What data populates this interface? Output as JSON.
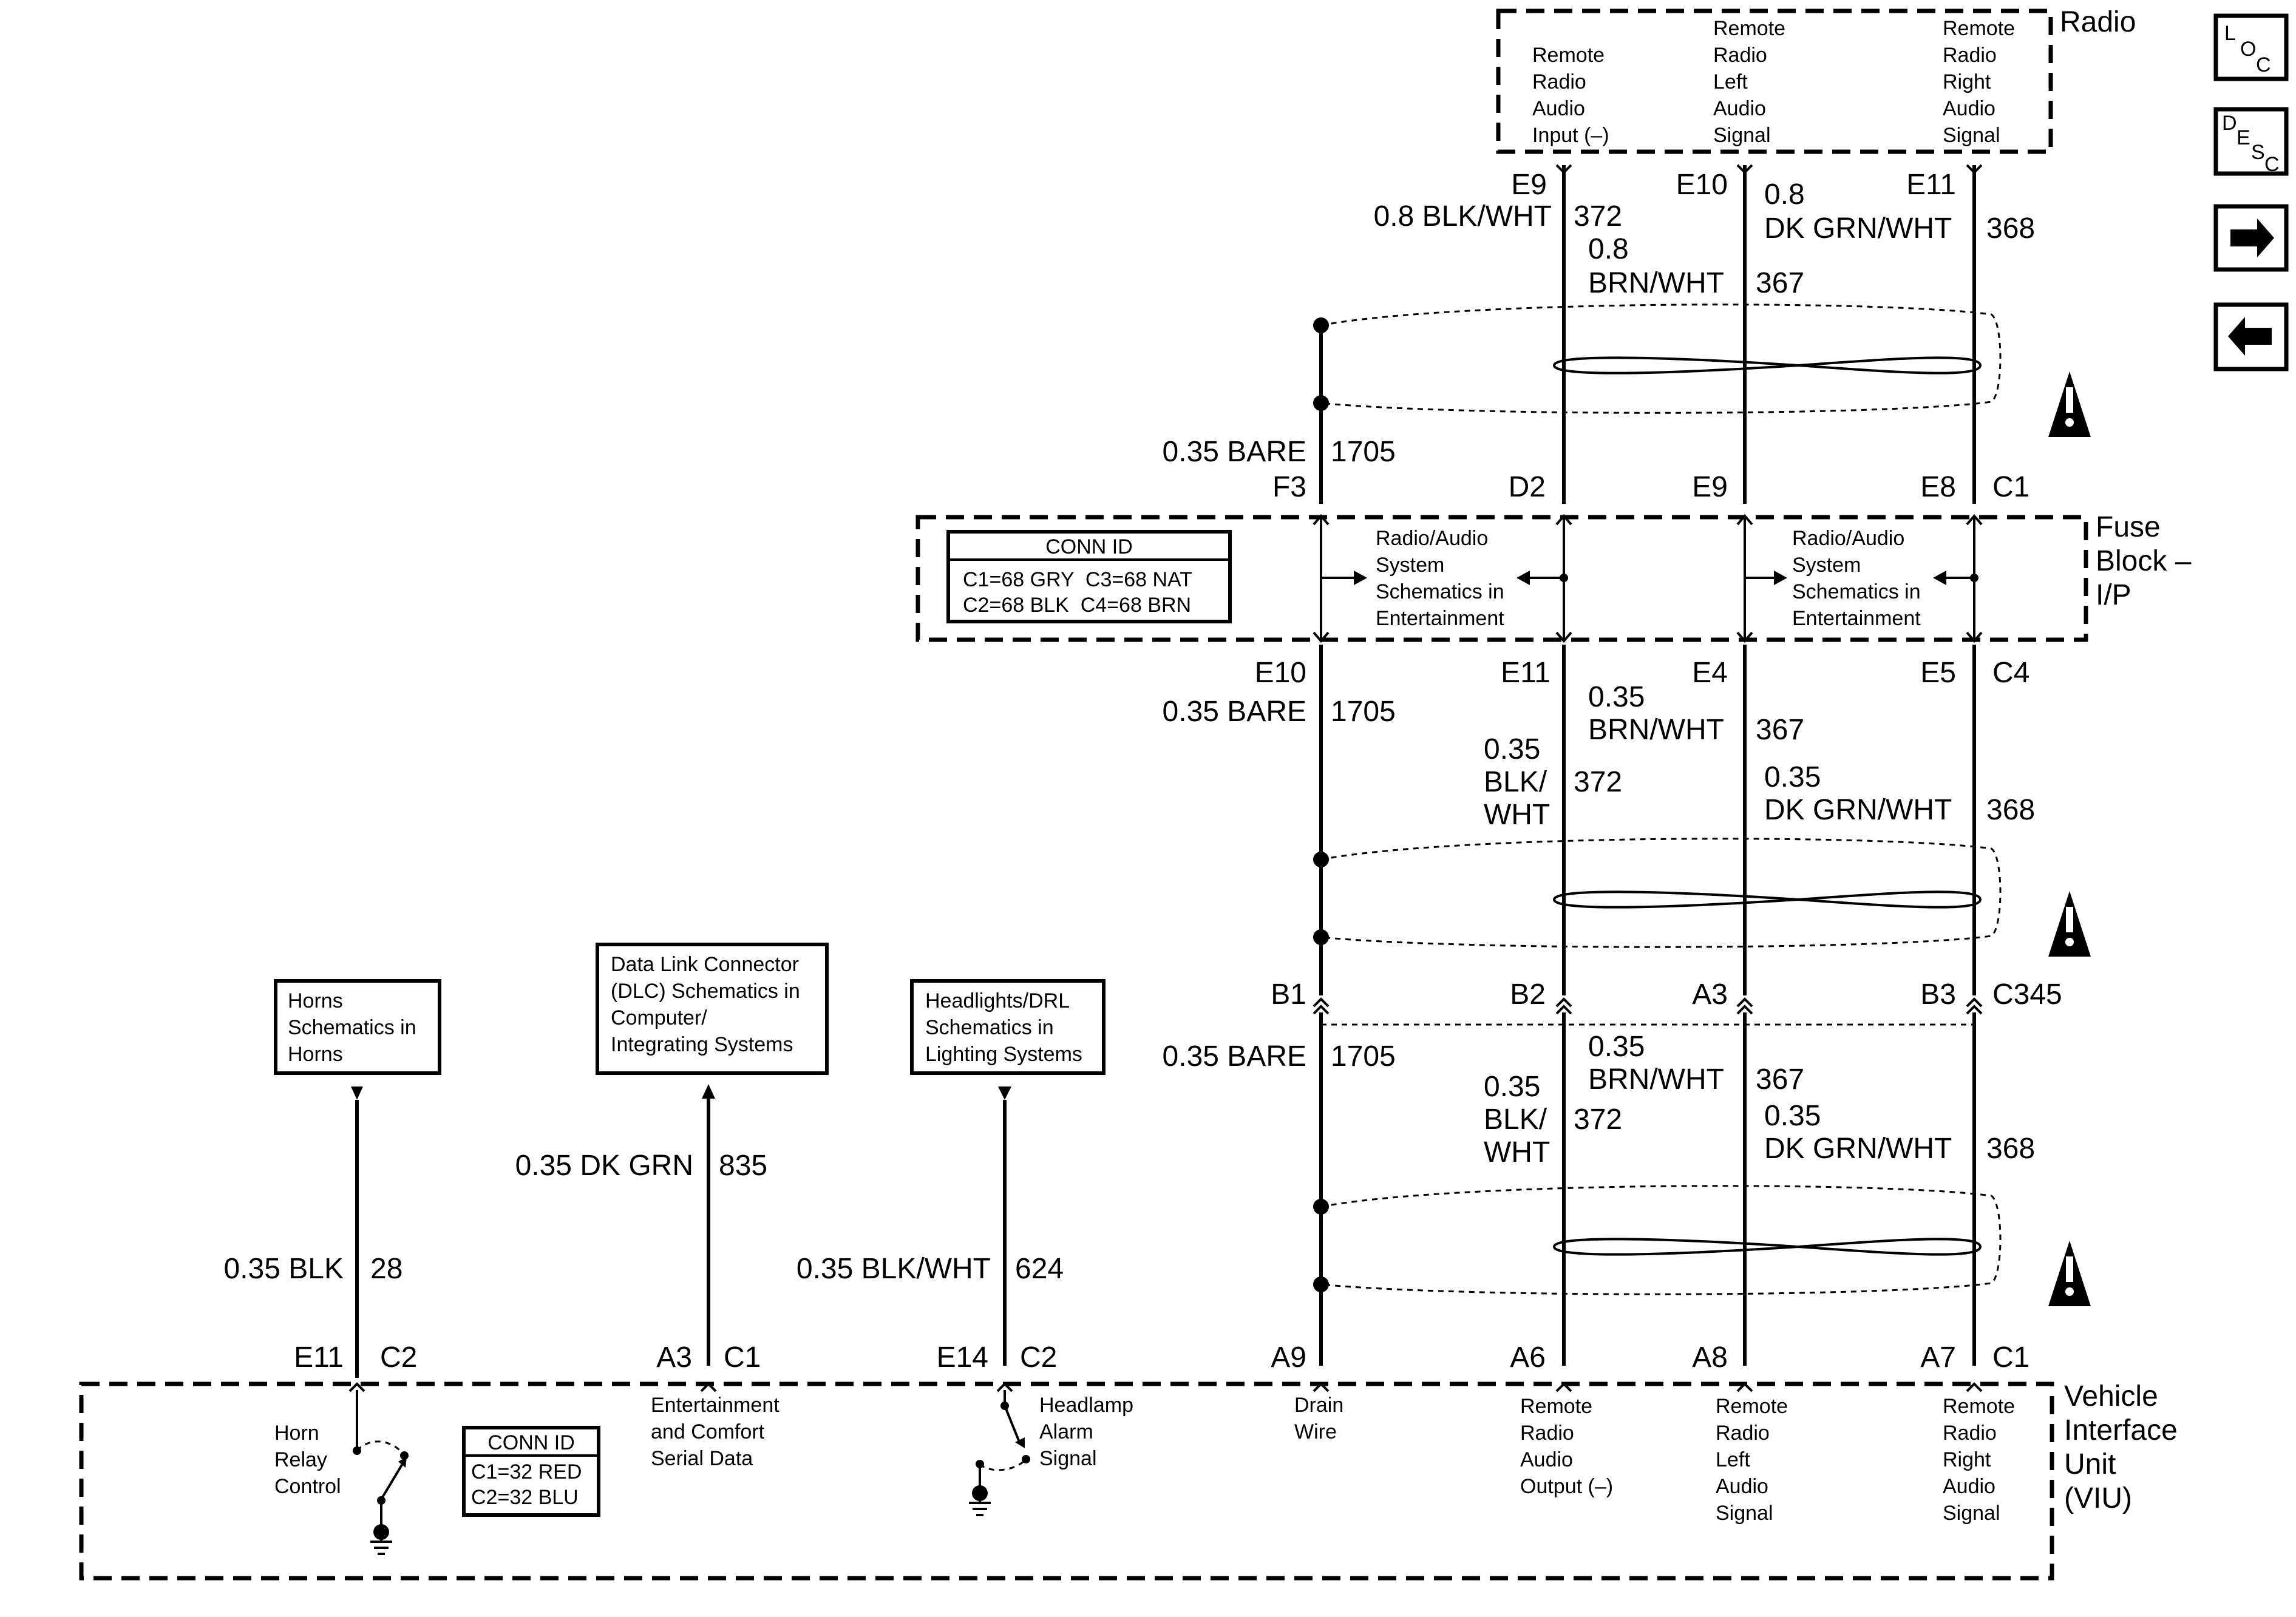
{
  "components": {
    "radio": {
      "name": "Radio",
      "pins": [
        {
          "lines": [
            "Remote",
            "Radio",
            "Audio",
            "Input (–)"
          ]
        },
        {
          "lines": [
            "Remote",
            "Radio",
            "Left",
            "Audio",
            "Signal"
          ]
        },
        {
          "lines": [
            "Remote",
            "Radio",
            "Right",
            "Audio",
            "Signal"
          ]
        }
      ]
    },
    "fuse_block": {
      "name_lines": [
        "Fuse",
        "Block –",
        "I/P"
      ],
      "conn_id": {
        "title": "CONN ID",
        "rows": [
          "C1=68 GRY  C3=68 NAT",
          "C2=68 BLK  C4=68 BRN"
        ]
      },
      "ref_left": [
        "Radio/Audio",
        "System",
        "Schematics in",
        "Entertainment"
      ],
      "ref_right": [
        "Radio/Audio",
        "System",
        "Schematics in",
        "Entertainment"
      ]
    },
    "viu": {
      "name_lines": [
        "Vehicle",
        "Interface",
        "Unit",
        "(VIU)"
      ],
      "conn_id": {
        "title": "CONN ID",
        "rows": [
          "C1=32 RED",
          "C2=32 BLU"
        ]
      },
      "pins": [
        {
          "lines": [
            "Horn",
            "Relay",
            "Control"
          ]
        },
        {
          "lines": [
            "Entertainment",
            "and Comfort",
            "Serial Data"
          ]
        },
        {
          "lines": [
            "Headlamp",
            "Alarm",
            "Signal"
          ]
        },
        {
          "lines": [
            "Drain",
            "Wire"
          ]
        },
        {
          "lines": [
            "Remote",
            "Radio",
            "Audio",
            "Output (–)"
          ]
        },
        {
          "lines": [
            "Remote",
            "Radio",
            "Left",
            "Audio",
            "Signal"
          ]
        },
        {
          "lines": [
            "Remote",
            "Radio",
            "Right",
            "Audio",
            "Signal"
          ]
        }
      ]
    }
  },
  "references": [
    {
      "lines": [
        "Horns",
        "Schematics in",
        "Horns"
      ]
    },
    {
      "lines": [
        "Data Link Connector",
        "(DLC) Schematics in",
        "Computer/",
        "Integrating Systems"
      ]
    },
    {
      "lines": [
        "Headlights/DRL",
        "Schematics in",
        "Lighting Systems"
      ]
    }
  ],
  "pins": {
    "radio": [
      "E9",
      "E10",
      "E11"
    ],
    "fuse_top": [
      "F3",
      "D2",
      "E9",
      "E8"
    ],
    "fuse_top_conn": "C1",
    "fuse_bottom": [
      "E10",
      "E11",
      "E4",
      "E5"
    ],
    "fuse_bottom_conn": "C4",
    "inline": [
      "B1",
      "B2",
      "A3",
      "B3"
    ],
    "inline_conn": "C345",
    "viu": [
      "E11",
      "A3",
      "E14",
      "A9",
      "A6",
      "A8",
      "A7"
    ],
    "viu_conns": [
      "C2",
      "C1",
      "C2",
      "C1"
    ]
  },
  "wires": {
    "seg1": {
      "w372_color": "0.8 BLK/WHT",
      "w372_circuit": "372",
      "w367_gauge": "0.8",
      "w367_color": "BRN/WHT",
      "w367_circuit": "367",
      "w368_gauge": "0.8",
      "w368_color": "DK GRN/WHT",
      "w368_circuit": "368",
      "drain_color": "0.35 BARE",
      "drain_circuit": "1705"
    },
    "seg2": {
      "drain_color": "0.35 BARE",
      "drain_circuit": "1705",
      "w367_gauge": "0.35",
      "w367_color": "BRN/WHT",
      "w367_circuit": "367",
      "w372_lines": [
        "0.35",
        "BLK/",
        "WHT"
      ],
      "w372_circuit": "372",
      "w368_gauge": "0.35",
      "w368_color": "DK GRN/WHT",
      "w368_circuit": "368"
    },
    "seg3": {
      "drain_color": "0.35 BARE",
      "drain_circuit": "1705",
      "w367_gauge": "0.35",
      "w367_color": "BRN/WHT",
      "w367_circuit": "367",
      "w372_lines": [
        "0.35",
        "BLK/",
        "WHT"
      ],
      "w372_circuit": "372",
      "w368_gauge": "0.35",
      "w368_color": "DK GRN/WHT",
      "w368_circuit": "368"
    },
    "horn": {
      "color": "0.35 BLK",
      "circuit": "28"
    },
    "dlc": {
      "color": "0.35 DK GRN",
      "circuit": "835"
    },
    "headlamp": {
      "color": "0.35 BLK/WHT",
      "circuit": "624"
    }
  },
  "nav": {
    "loc": [
      "L",
      "O",
      "C"
    ],
    "desc": [
      "D",
      "E",
      "S",
      "C"
    ],
    "forward": "right-arrow-icon",
    "back": "left-arrow-icon"
  },
  "icons": {
    "caution": "warning-triangle-icon"
  }
}
